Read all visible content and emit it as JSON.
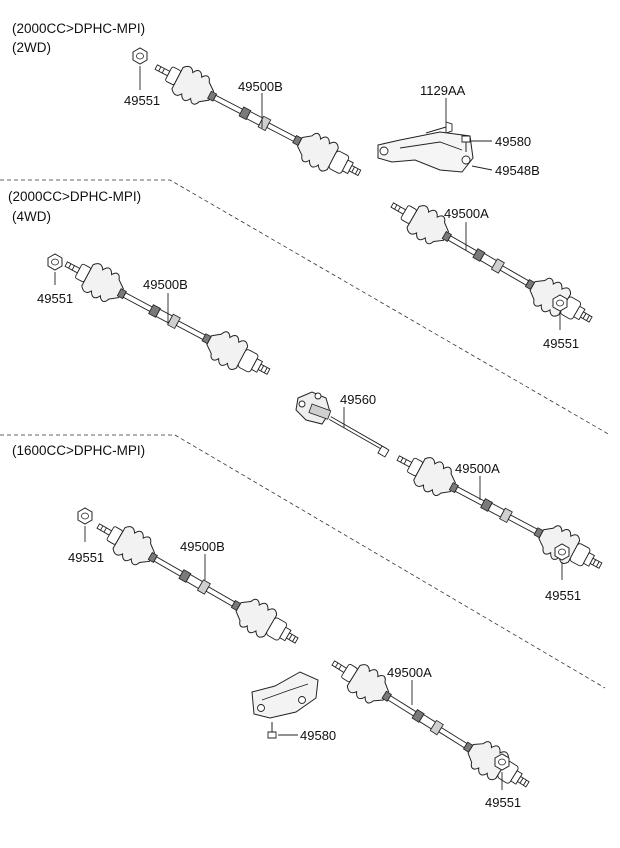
{
  "sections": [
    {
      "header_line1": "(2000CC>DPHC-MPI)",
      "header_line2": "(2WD)"
    },
    {
      "header_line1": "(2000CC>DPHC-MPI)",
      "header_line2": "(4WD)"
    },
    {
      "header_line1": "(1600CC>DPHC-MPI)",
      "header_line2": ""
    }
  ],
  "parts": {
    "nut": "49551",
    "shaft_left": "49500B",
    "shaft_right": "49500A",
    "bolt": "1129AA",
    "bracket_bolt": "49580",
    "bracket": "49548B",
    "intermediate_shaft": "49560"
  }
}
